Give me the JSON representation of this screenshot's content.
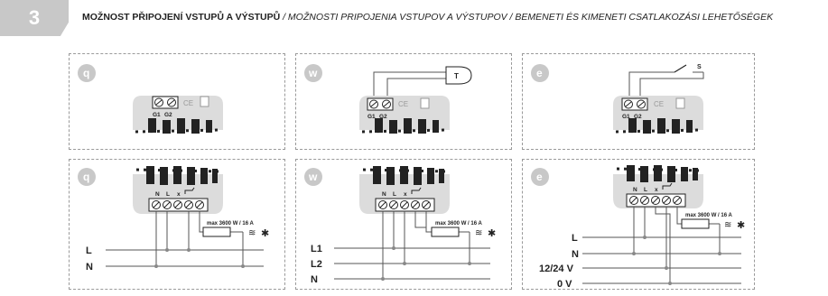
{
  "section": {
    "number": "3"
  },
  "heading": {
    "bold": "MOŽNOST PŘIPOJENÍ VSTUPŮ A VÝSTUPŮ",
    "italic": " / MOŽNOSTI PRIPOJENIA VSTUPOV A VÝSTUPOV / BEMENETI ÉS KIMENETI CSATLAKOZÁSI LEHETŐSÉGEK"
  },
  "colors": {
    "badge": "#c8c8c8",
    "device": "#dcdcdc",
    "wire": "#555555",
    "dash": "#9a9a9a"
  },
  "panel_icons": [
    "q-icon",
    "w-icon",
    "e-icon"
  ],
  "terminals": {
    "top": [
      "G1",
      "G2"
    ],
    "bottom": [
      "N",
      "L",
      "x"
    ]
  },
  "sensor_label": "T",
  "switch_label": "S",
  "load_label": "max 3600 W / 16 A",
  "lines": {
    "q": [
      "L",
      "N"
    ],
    "w": [
      "L1",
      "L2",
      "N"
    ],
    "e": [
      "L",
      "N",
      "12/24 V",
      "0 V"
    ]
  }
}
